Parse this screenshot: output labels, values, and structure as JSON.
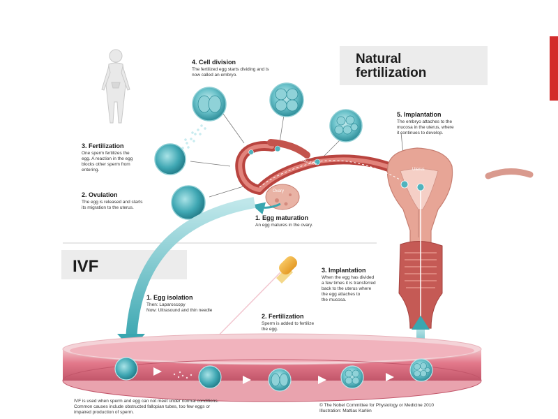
{
  "natural": {
    "title_line1": "Natural",
    "title_line2": "fertilization"
  },
  "ivf": {
    "title": "IVF"
  },
  "steps_natural": {
    "cell_division": {
      "title": "4. Cell division",
      "desc1": "The fertilized egg starts dividing and is",
      "desc2": "now called an embryo."
    },
    "fertilization": {
      "title": "3. Fertilization",
      "desc1": "One sperm fertilizes the",
      "desc2": "egg. A reaction in the egg",
      "desc3": "blocks other sperm from",
      "desc4": "entering."
    },
    "ovulation": {
      "title": "2. Ovulation",
      "desc1": "The egg is released and starts",
      "desc2": "its migration to the uterus."
    },
    "egg_maturation": {
      "title": "1. Egg maturation",
      "desc1": "An egg matures in the ovary."
    },
    "implantation": {
      "title": "5. Implantation",
      "desc1": "The embryo attaches to the",
      "desc2": "mucosa in the uterus, where",
      "desc3": "it continues to develop."
    }
  },
  "steps_ivf": {
    "egg_isolation": {
      "title": "1. Egg isolation",
      "desc1": "Then: Laparoscopy",
      "desc2": "Now: Ultrasound and thin needle"
    },
    "fertilization": {
      "title": "2. Fertilization",
      "desc1": "Sperm is added to fertilize",
      "desc2": "the egg."
    },
    "implantation": {
      "title": "3. Implantation",
      "desc1": "When the egg has divided",
      "desc2": "a few times it is transferred",
      "desc3": "back to the uterus where",
      "desc4": "the egg attaches to",
      "desc5": "the mucosa."
    }
  },
  "labels": {
    "fallopian_tube": "Fallopian tube",
    "ovary": "Ovary",
    "uterus": "Uterus"
  },
  "footer": {
    "note1": "IVF is used when sperm and egg can not meet under normal conditions.",
    "note2": "Common causes include obstructed fallopian tubes, too few eggs or",
    "note3": "impaired production of sperm.",
    "credit1": "© The Nobel Committee for Physiology or Medicine 2010",
    "credit2": "Illustration: Mattias Karlén"
  },
  "colors": {
    "accent_red": "#d32b2b",
    "cell_teal": "#4fb3bd",
    "arrow_teal": "#3aa6b0",
    "tissue_pink": "#e7a596",
    "tube_red": "#b9443f",
    "dish_pink": "#e6788a"
  }
}
